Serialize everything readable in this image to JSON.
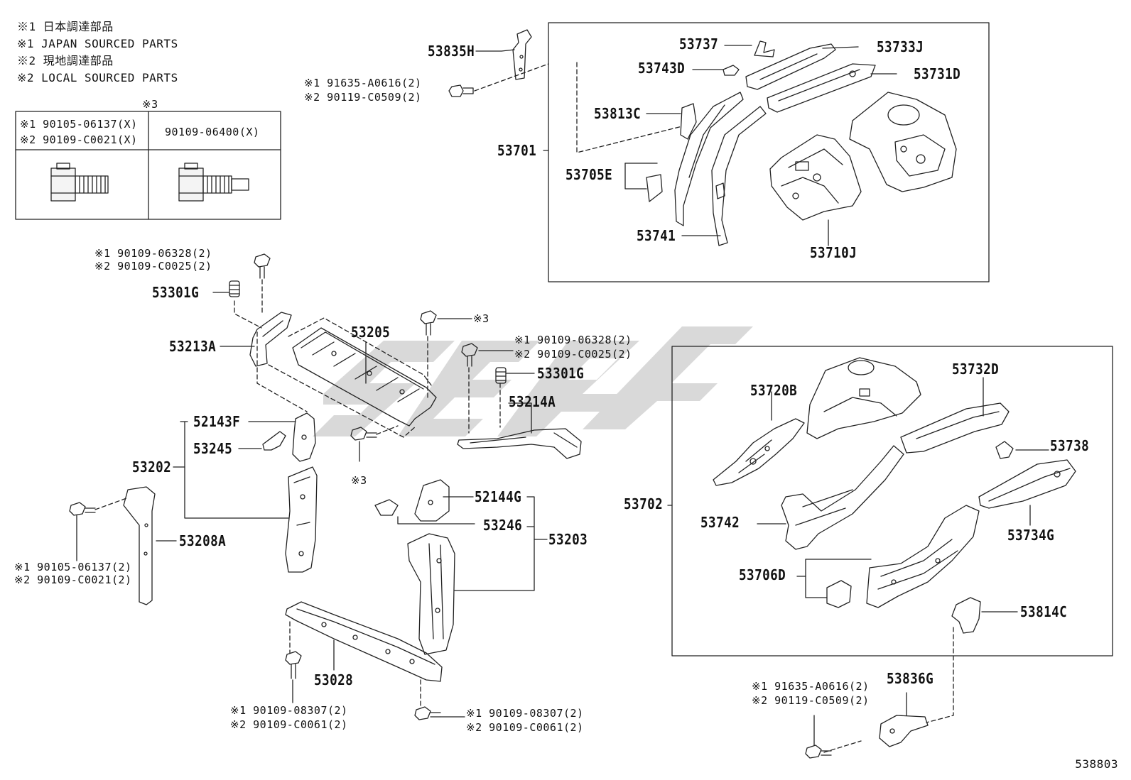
{
  "notes": [
    "※1 日本調達部品",
    "※1 JAPAN SOURCED PARTS",
    "※2 現地調達部品",
    "※2 LOCAL SOURCED PARTS"
  ],
  "bolt_table": {
    "header": "※3",
    "col1_line1": "※1 90105-06137(X)",
    "col1_line2": "※2 90109-C0021(X)",
    "col2_line1": "90109-06400(X)"
  },
  "watermark_icon": "brand-logo-watermark",
  "colors": {
    "line": "#222222",
    "watermark": "#d9d9d9"
  },
  "labels": {
    "p53835H": "53835H",
    "b_91635_a": "※1  91635-A0616(2)",
    "b_90119_a": "※2  90119-C0509(2)",
    "p53737": "53737",
    "p53733J": "53733J",
    "p53743D": "53743D",
    "p53731D": "53731D",
    "p53813C": "53813C",
    "p53701": "53701",
    "p53705E": "53705E",
    "p53741": "53741",
    "p53710J": "53710J",
    "b_06328_a1": "※1 90109-06328(2)",
    "b_c0025_a2": "※2 90109-C0025(2)",
    "p53301G_a": "53301G",
    "p53213A": "53213A",
    "p53205": "53205",
    "mark3_a": "※3",
    "b_06328_b1": "※1  90109-06328(2)",
    "b_c0025_b2": "※2  90109-C0025(2)",
    "p53301G_b": "53301G",
    "p53214A": "53214A",
    "p52143F": "52143F",
    "p53245": "53245",
    "p53202": "53202",
    "mark3_b": "※3",
    "p53208A": "53208A",
    "b_06137_1": "※1  90105-06137(2)",
    "b_c0021_2": "※2  90109-C0021(2)",
    "p52144G": "52144G",
    "p53246": "53246",
    "p53203": "53203",
    "p53028": "53028",
    "b_08307_a1": "※1  90109-08307(2)",
    "b_c0061_a2": "※2  90109-C0061(2)",
    "b_08307_b1": "※1  90109-08307(2)",
    "b_c0061_b2": "※2  90109-C0061(2)",
    "p53720B": "53720B",
    "p53732D": "53732D",
    "p53738": "53738",
    "p53702": "53702",
    "p53742": "53742",
    "p53734G": "53734G",
    "p53706D": "53706D",
    "p53814C": "53814C",
    "b_91635_b": "※1  91635-A0616(2)",
    "b_90119_b": "※2  90119-C0509(2)",
    "p53836G": "53836G"
  },
  "diagram_id": "538803"
}
